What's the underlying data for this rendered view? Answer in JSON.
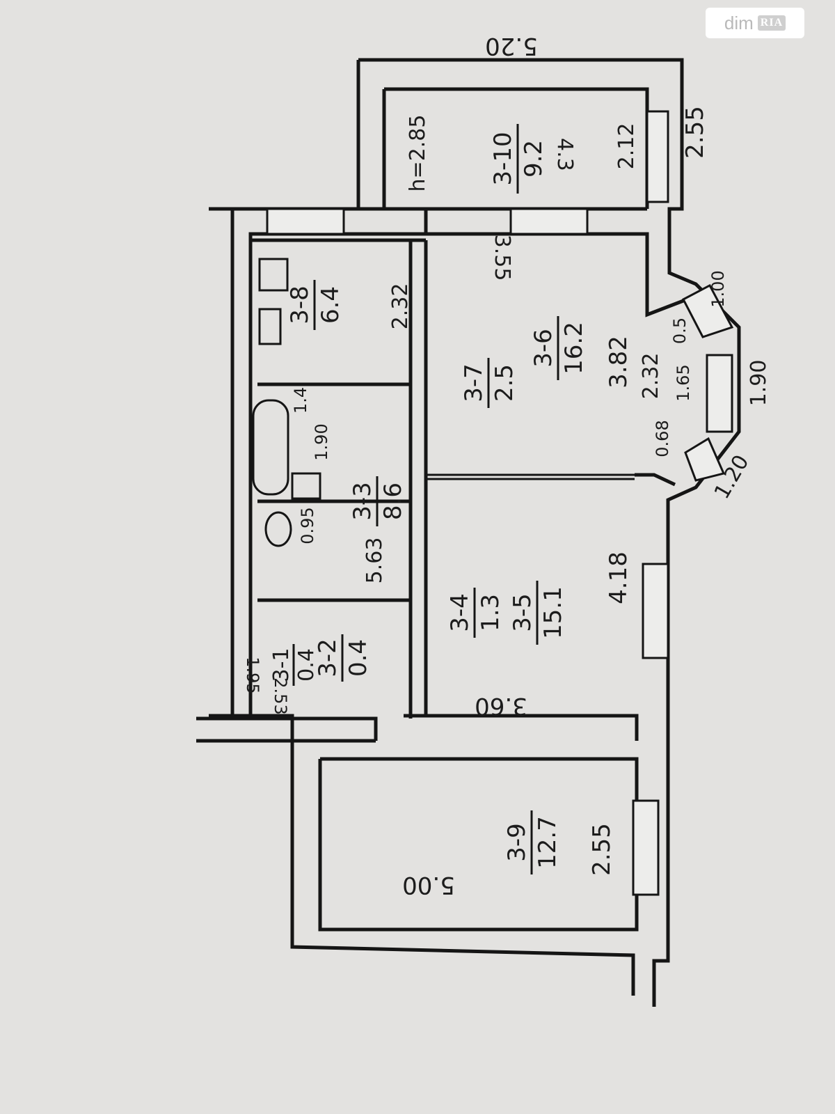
{
  "watermark": {
    "logo_text": "dim",
    "logo_badge": "RIA"
  },
  "plan": {
    "rooms": [
      {
        "id": "3-1",
        "area": "0.4"
      },
      {
        "id": "3-2",
        "area": "0.4"
      },
      {
        "id": "3-3",
        "area": "8.6"
      },
      {
        "id": "3-4",
        "area": "1.3"
      },
      {
        "id": "3-5",
        "area": "15.1"
      },
      {
        "id": "3-6",
        "area": "16.2"
      },
      {
        "id": "3-7",
        "area": "2.5"
      },
      {
        "id": "3-8",
        "area": "6.4"
      },
      {
        "id": "3-9",
        "area": "12.7"
      },
      {
        "id": "3-10",
        "area": "9.2",
        "note": "4.3"
      }
    ],
    "dimensions": {
      "top_width": "5.20",
      "balcony_side": "2.55",
      "balcony_inner": "2.12",
      "ceiling_height": "h=2.85",
      "room6_length": "3.55",
      "room6_width": "3.82",
      "kitchen_width": "2.32",
      "bay_depth": "2.32",
      "bay_top": "1.00",
      "bay_mid": "1.65",
      "bay_small1": "0.5",
      "bay_small2": "0.68",
      "bay_outer": "1.90",
      "bay_lower": "1.20",
      "bath_dim": "1.90",
      "bath_dim2": "1.4",
      "corridor_dim": "0.95",
      "corridor_length": "5.63",
      "room5_length": "4.18",
      "room5_width": "3.60",
      "wc_dim": "1.95",
      "hall_dim": "2.53",
      "room9_width": "2.55",
      "room9_length": "5.00"
    }
  }
}
